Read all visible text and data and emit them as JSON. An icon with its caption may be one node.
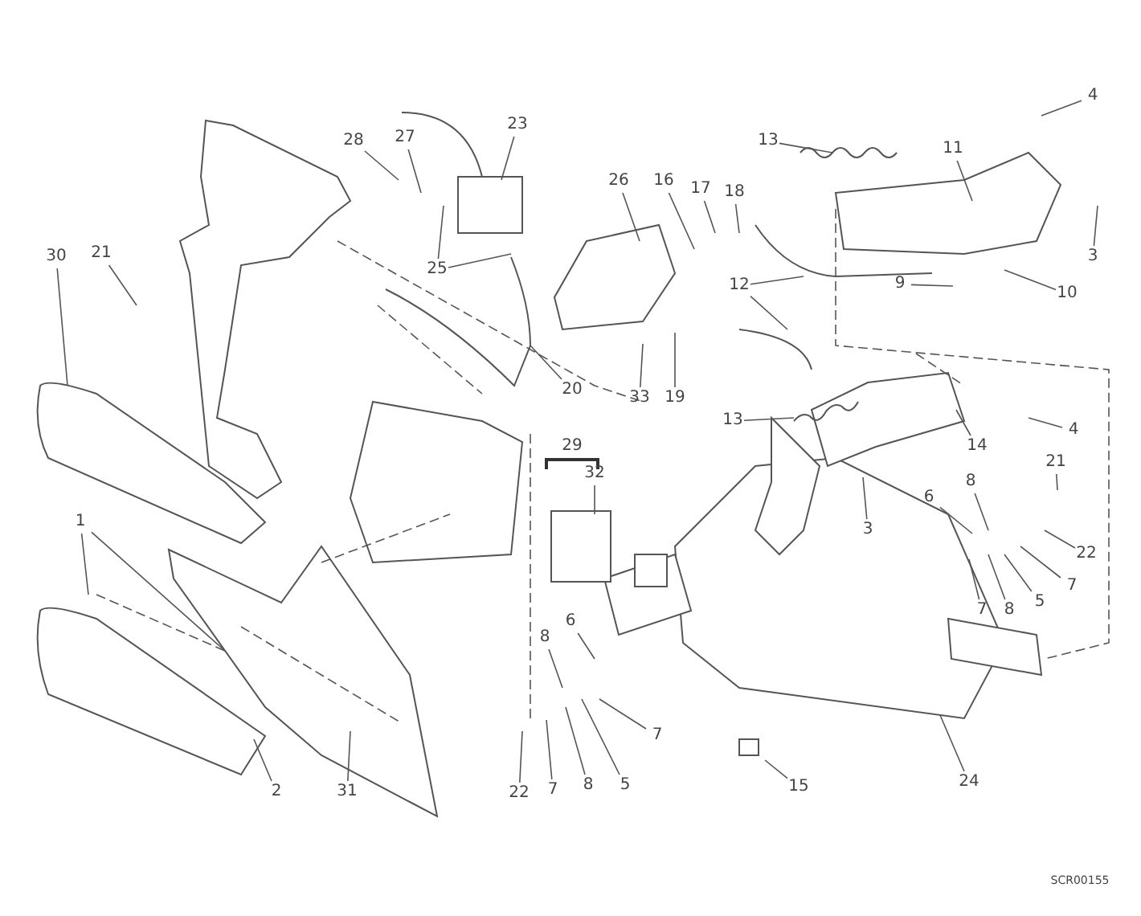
{
  "diagram": {
    "nodes": [
      {
        "text": [
          "28"
        ]
      },
      {
        "text": [
          "27"
        ]
      },
      {
        "text": [
          "23"
        ]
      },
      {
        "text": [
          "25"
        ]
      },
      {
        "text": [
          "26"
        ]
      },
      {
        "text": [
          "16"
        ]
      },
      {
        "text": [
          "17"
        ]
      },
      {
        "text": [
          "18"
        ]
      },
      {
        "text": [
          "13"
        ]
      },
      {
        "text": [
          "11"
        ]
      },
      {
        "text": [
          "4"
        ]
      },
      {
        "text": [
          "3"
        ]
      },
      {
        "text": [
          "9"
        ]
      },
      {
        "text": [
          "10"
        ]
      },
      {
        "text": [
          "12"
        ]
      },
      {
        "text": [
          "21"
        ]
      },
      {
        "text": [
          "30"
        ]
      },
      {
        "text": [
          "20"
        ]
      },
      {
        "text": [
          "33"
        ]
      },
      {
        "text": [
          "19"
        ]
      },
      {
        "text": [
          "13"
        ]
      },
      {
        "text": [
          "14"
        ]
      },
      {
        "text": [
          "4"
        ]
      },
      {
        "text": [
          "32"
        ]
      },
      {
        "text": [
          "21"
        ]
      },
      {
        "text": [
          "3"
        ]
      },
      {
        "text": [
          "6"
        ]
      },
      {
        "text": [
          "8"
        ]
      },
      {
        "text": [
          "22"
        ]
      },
      {
        "text": [
          "7"
        ]
      },
      {
        "text": [
          "5"
        ]
      },
      {
        "text": [
          "8"
        ]
      },
      {
        "text": [
          "7"
        ]
      },
      {
        "text": [
          "1"
        ]
      },
      {
        "text": [
          "8"
        ]
      },
      {
        "text": [
          "6"
        ]
      },
      {
        "text": [
          "22"
        ]
      },
      {
        "text": [
          "7"
        ]
      },
      {
        "text": [
          "8"
        ]
      },
      {
        "text": [
          "5"
        ]
      },
      {
        "text": [
          "7"
        ]
      },
      {
        "text": [
          "2"
        ]
      },
      {
        "text": [
          "31"
        ]
      },
      {
        "text": [
          "15"
        ]
      },
      {
        "text": [
          "24"
        ]
      }
    ],
    "edges": [
      {
        "from": 0,
        "to": null,
        "arrow": "none"
      },
      {
        "from": 1,
        "to": null,
        "arrow": "none"
      },
      {
        "from": 2,
        "to": null,
        "arrow": "none"
      },
      {
        "from": 3,
        "to": null,
        "arrow": "none"
      },
      {
        "from": 3,
        "to": null,
        "arrow": "none"
      },
      {
        "from": 4,
        "to": null,
        "arrow": "none"
      },
      {
        "from": 5,
        "to": null,
        "arrow": "none"
      },
      {
        "from": 6,
        "to": null,
        "arrow": "none"
      },
      {
        "from": 7,
        "to": null,
        "arrow": "none"
      },
      {
        "from": 8,
        "to": null,
        "arrow": "none"
      },
      {
        "from": 9,
        "to": null,
        "arrow": "none"
      },
      {
        "from": 10,
        "to": null,
        "arrow": "none"
      },
      {
        "from": 11,
        "to": null,
        "arrow": "none"
      },
      {
        "from": 12,
        "to": null,
        "arrow": "none"
      },
      {
        "from": 13,
        "to": null,
        "arrow": "none"
      },
      {
        "from": 14,
        "to": null,
        "arrow": "none"
      },
      {
        "from": 14,
        "to": null,
        "arrow": "none"
      },
      {
        "from": 15,
        "to": null,
        "arrow": "none"
      },
      {
        "from": 16,
        "to": null,
        "arrow": "none"
      },
      {
        "from": 17,
        "to": null,
        "arrow": "none"
      },
      {
        "from": 18,
        "to": null,
        "arrow": "none"
      },
      {
        "from": 19,
        "to": null,
        "arrow": "none"
      },
      {
        "from": 20,
        "to": null,
        "arrow": "none"
      },
      {
        "from": 21,
        "to": null,
        "arrow": "none"
      },
      {
        "from": 22,
        "to": null,
        "arrow": "none"
      },
      {
        "from": 23,
        "to": null,
        "arrow": "none"
      },
      {
        "from": 24,
        "to": null,
        "arrow": "none"
      },
      {
        "from": 25,
        "to": null,
        "arrow": "none"
      },
      {
        "from": 26,
        "to": null,
        "arrow": "none"
      },
      {
        "from": 27,
        "to": null,
        "arrow": "none"
      },
      {
        "from": 28,
        "to": null,
        "arrow": "none"
      },
      {
        "from": 29,
        "to": null,
        "arrow": "none"
      },
      {
        "from": 30,
        "to": null,
        "arrow": "none"
      },
      {
        "from": 31,
        "to": null,
        "arrow": "none"
      },
      {
        "from": 32,
        "to": null,
        "arrow": "none"
      },
      {
        "from": 33,
        "to": null,
        "arrow": "none"
      },
      {
        "from": 33,
        "to": null,
        "arrow": "none"
      },
      {
        "from": 34,
        "to": null,
        "arrow": "none"
      },
      {
        "from": 35,
        "to": null,
        "arrow": "none"
      },
      {
        "from": 36,
        "to": null,
        "arrow": "none"
      },
      {
        "from": 37,
        "to": null,
        "arrow": "none"
      },
      {
        "from": 38,
        "to": null,
        "arrow": "none"
      },
      {
        "from": 39,
        "to": null,
        "arrow": "none"
      },
      {
        "from": 40,
        "to": null,
        "arrow": "none"
      },
      {
        "from": 41,
        "to": null,
        "arrow": "none"
      },
      {
        "from": 42,
        "to": null,
        "arrow": "none"
      },
      {
        "from": 43,
        "to": null,
        "arrow": "none"
      },
      {
        "from": 44,
        "to": null,
        "arrow": "none"
      }
    ],
    "labels": [
      "29",
      "SCR00155"
    ]
  }
}
